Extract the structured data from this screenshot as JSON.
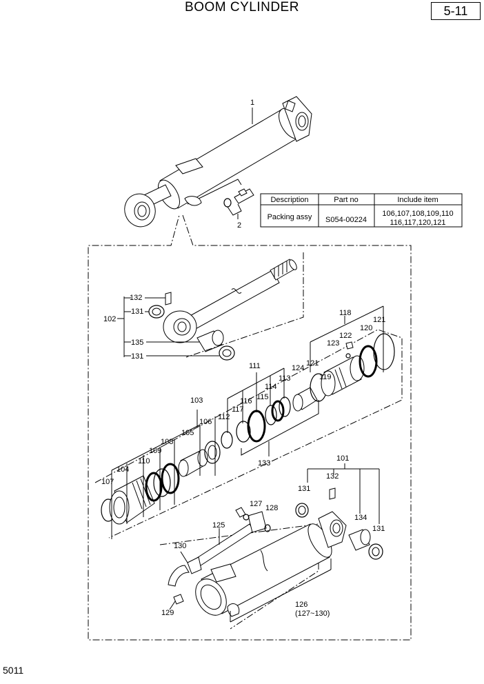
{
  "header": {
    "title": "BOOM CYLINDER",
    "page_number": "5-11"
  },
  "footer": {
    "code": "5011"
  },
  "packing_table": {
    "headers": [
      "Description",
      "Part no",
      "Include item"
    ],
    "row": {
      "description": "Packing assy",
      "part_no": "S054-00224",
      "include_line1": "106,107,108,109,110",
      "include_line2": "116,117,120,121"
    }
  },
  "callouts": {
    "c1": "1",
    "c2": "2",
    "c101": "101",
    "c102": "102",
    "c103": "103",
    "c104": "104",
    "c105": "105",
    "c106": "106",
    "c107": "107",
    "c108": "108",
    "c109": "109",
    "c110": "110",
    "c111": "111",
    "c112": "112",
    "c113": "113",
    "c114": "114",
    "c115": "115",
    "c116": "116",
    "c117": "117",
    "c118": "118",
    "c119": "119",
    "c120": "120",
    "c121a": "121",
    "c121b": "121",
    "c122": "122",
    "c123": "123",
    "c124": "124",
    "c125": "125",
    "c126": "126",
    "c126sub": "(127~130)",
    "c127": "127",
    "c128": "128",
    "c129": "129",
    "c130": "130",
    "c131a": "131",
    "c131b": "131",
    "c131c": "131",
    "c131d": "131",
    "c132a": "132",
    "c132b": "132",
    "c133": "133",
    "c134": "134",
    "c135": "135"
  }
}
